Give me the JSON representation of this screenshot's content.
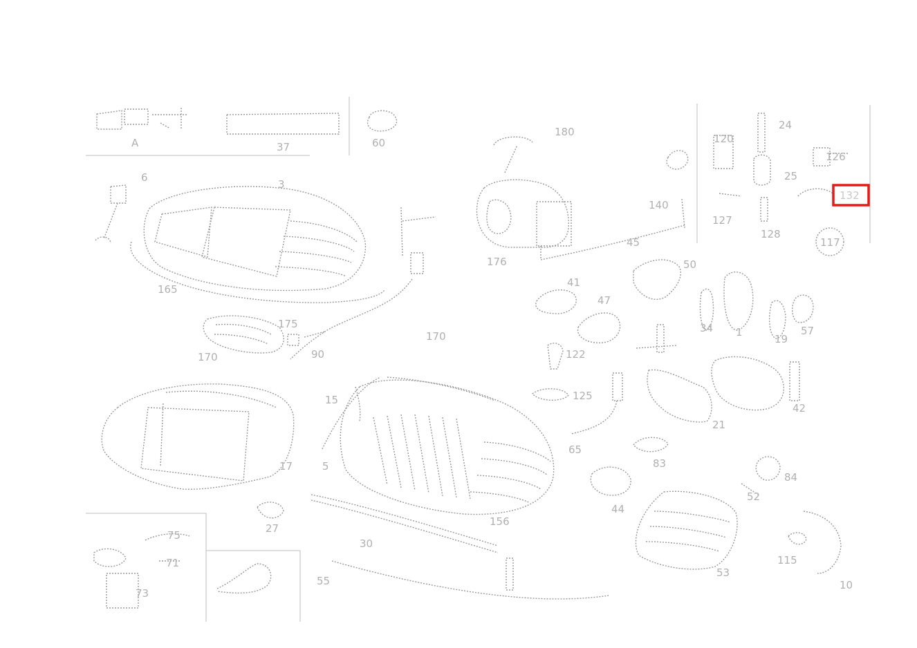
{
  "highlight_color": "#e41b17",
  "labels": {
    "l_a": "A",
    "l_37": "37",
    "l_60": "60",
    "l_165": "165",
    "l_3": "3",
    "l_6": "6",
    "l_170a": "170",
    "l_175": "175",
    "l_90": "90",
    "l_170b": "170",
    "l_15": "15",
    "l_5": "5",
    "l_17": "17",
    "l_30": "30",
    "l_55": "55",
    "l_156": "156",
    "l_180": "180",
    "l_176": "176",
    "l_140": "140",
    "l_45": "45",
    "l_120": "120",
    "l_24": "24",
    "l_25": "25",
    "l_126": "126",
    "l_127": "127",
    "l_128": "128",
    "l_117": "117",
    "l_hl": "132",
    "l_50": "50",
    "l_34": "34",
    "l_1": "1",
    "l_19": "19",
    "l_57": "57",
    "l_47": "47",
    "l_41": "41",
    "l_122": "122",
    "l_125": "125",
    "l_65": "65",
    "l_21": "21",
    "l_42": "42",
    "l_83": "83",
    "l_44": "44",
    "l_52": "52",
    "l_115": "115",
    "l_10": "10",
    "l_53": "53",
    "l_84": "84",
    "l_27": "27",
    "l_75": "75",
    "l_71": "71",
    "l_73": "73"
  }
}
